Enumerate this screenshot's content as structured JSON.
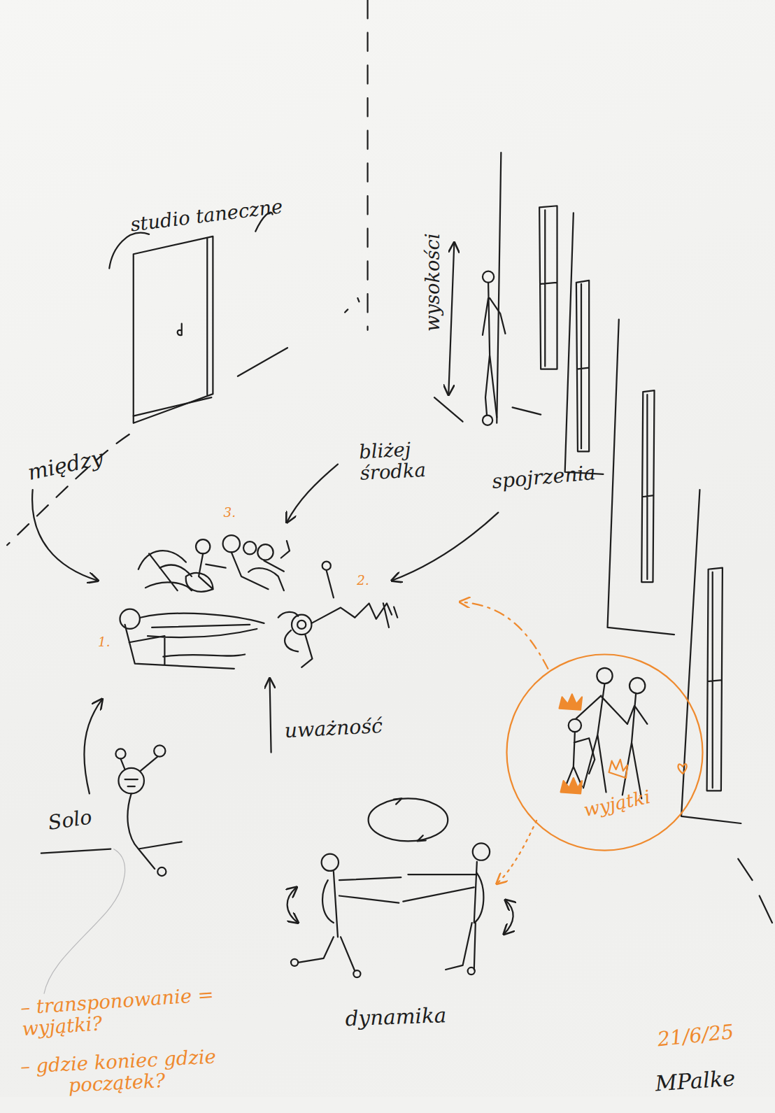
{
  "diagram": {
    "nodes": [
      {
        "text": [
          "studio taneczne"
        ]
      },
      {
        "text": [
          "wyjątki"
        ]
      }
    ],
    "labels": [
      "3.",
      "2.",
      "1.",
      "między",
      "wysokości",
      "bliżej środka",
      "spojrzenia",
      "uważność",
      "Solo",
      "dynamika",
      "– transponowanie = wyjątki?",
      "– gdzie koniec gdzie początek?",
      "21/6/25",
      "MPalke"
    ]
  }
}
